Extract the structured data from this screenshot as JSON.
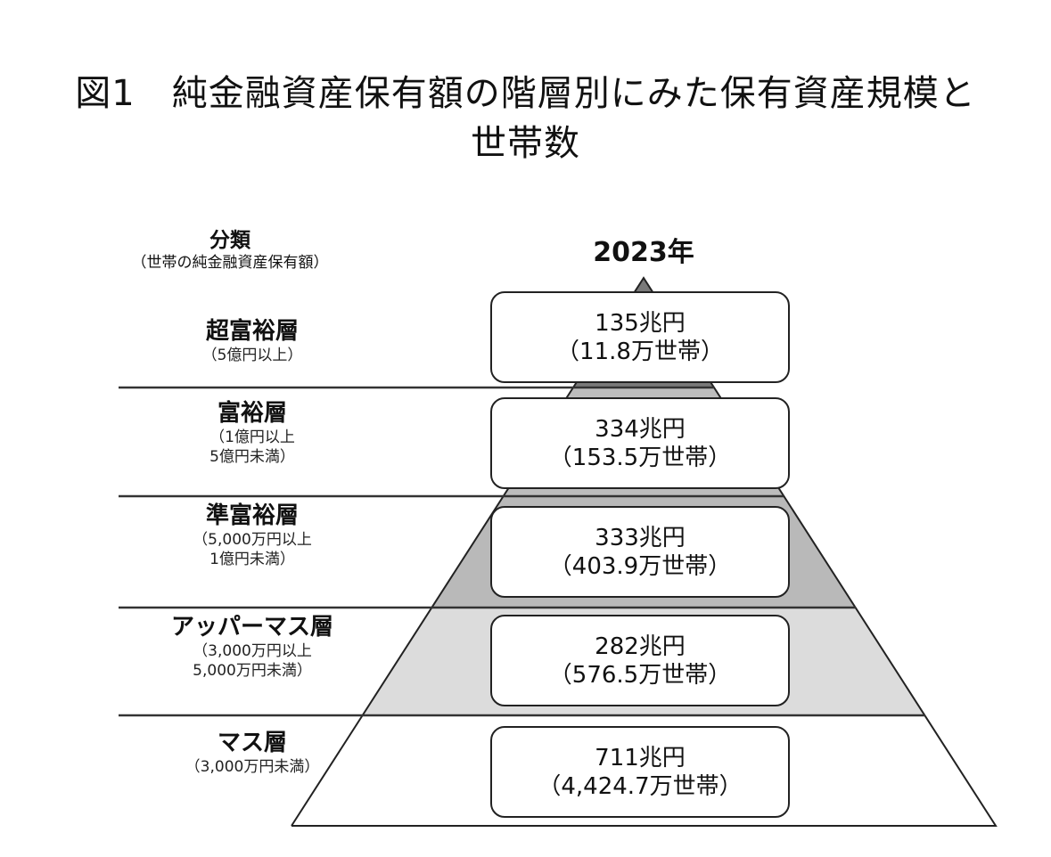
{
  "title": {
    "line1": "図1　純金融資産保有額の階層別にみた保有資産規模と",
    "line2": "世帯数"
  },
  "header": {
    "classification_label": "分類",
    "classification_sub": "（世帯の純金融資産保有額）",
    "year": "2023年"
  },
  "tiers": [
    {
      "name": "超富裕層",
      "range_line1": "（5億円以上）",
      "range_line2": "",
      "assets": "135兆円",
      "households": "（11.8万世帯）"
    },
    {
      "name": "富裕層",
      "range_line1": "（1億円以上",
      "range_line2": "5億円未満）",
      "assets": "334兆円",
      "households": "（153.5万世帯）"
    },
    {
      "name": "準富裕層",
      "range_line1": "（5,000万円以上",
      "range_line2": "1億円未満）",
      "assets": "333兆円",
      "households": "（403.9万世帯）"
    },
    {
      "name": "アッパーマス層",
      "range_line1": "（3,000万円以上",
      "range_line2": "5,000万円未満）",
      "assets": "282兆円",
      "households": "（576.5万世帯）"
    },
    {
      "name": "マス層",
      "range_line1": "（3,000万円未満）",
      "range_line2": "",
      "assets": "711兆円",
      "households": "（4,424.7万世帯）"
    }
  ],
  "colors": {
    "tier1_fill": "#7a7a7a",
    "tier2_fill": "#bdbdbd",
    "tier3_fill": "#b9b9b9",
    "tier4_fill": "#dcdcdc",
    "tier5_fill": "#ffffff",
    "line": "#222222"
  },
  "chart_data": {
    "type": "pyramid",
    "title": "図1　純金融資産保有額の階層別にみた保有資産規模と世帯数",
    "year": "2023年",
    "categories": [
      "超富裕層",
      "富裕層",
      "準富裕層",
      "アッパーマス層",
      "マス層"
    ],
    "thresholds": [
      "5億円以上",
      "1億円以上5億円未満",
      "5,000万円以上1億円未満",
      "3,000万円以上5,000万円未満",
      "3,000万円未満"
    ],
    "series": [
      {
        "name": "保有資産規模（兆円）",
        "values": [
          135,
          334,
          333,
          282,
          711
        ]
      },
      {
        "name": "世帯数（万世帯）",
        "values": [
          11.8,
          153.5,
          403.9,
          576.5,
          4424.7
        ]
      }
    ]
  }
}
